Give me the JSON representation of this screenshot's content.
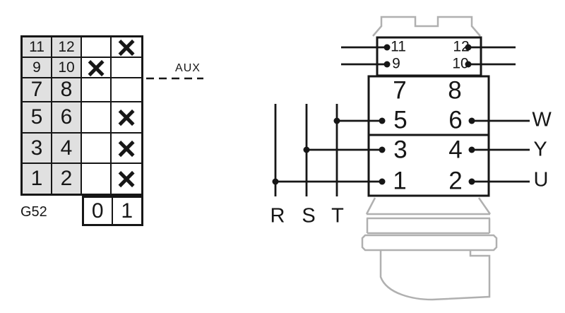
{
  "contact_table": {
    "model_label": "G52",
    "aux_label": "AUX",
    "position_headers": [
      "0",
      "1"
    ],
    "mark_symbol": "×",
    "rows": [
      {
        "left": "11",
        "right": "12",
        "pos0": "",
        "pos1": "×"
      },
      {
        "left": "9",
        "right": "10",
        "pos0": "×",
        "pos1": ""
      },
      {
        "left": "7",
        "right": "8",
        "pos0": "",
        "pos1": ""
      },
      {
        "left": "5",
        "right": "6",
        "pos0": "",
        "pos1": "×"
      },
      {
        "left": "3",
        "right": "4",
        "pos0": "",
        "pos1": "×"
      },
      {
        "left": "1",
        "right": "2",
        "pos0": "",
        "pos1": "×"
      }
    ]
  },
  "wiring_diagram": {
    "aux_terminals": [
      "11",
      "12",
      "9",
      "10"
    ],
    "main_terminals": [
      "7",
      "8",
      "5",
      "6",
      "3",
      "4",
      "1",
      "2"
    ],
    "input_phase_labels": [
      "R",
      "S",
      "T"
    ],
    "output_labels": [
      "W",
      "Y",
      "U"
    ],
    "connections": [
      {
        "from": "R",
        "to": "1"
      },
      {
        "from": "S",
        "to": "3"
      },
      {
        "from": "T",
        "to": "5"
      },
      {
        "from": "2",
        "to": "U"
      },
      {
        "from": "4",
        "to": "Y"
      },
      {
        "from": "6",
        "to": "W"
      }
    ]
  },
  "colors": {
    "line": "#161616",
    "gray_outline": "#b0b0b0",
    "cell_fill": "#e0e0e0"
  }
}
